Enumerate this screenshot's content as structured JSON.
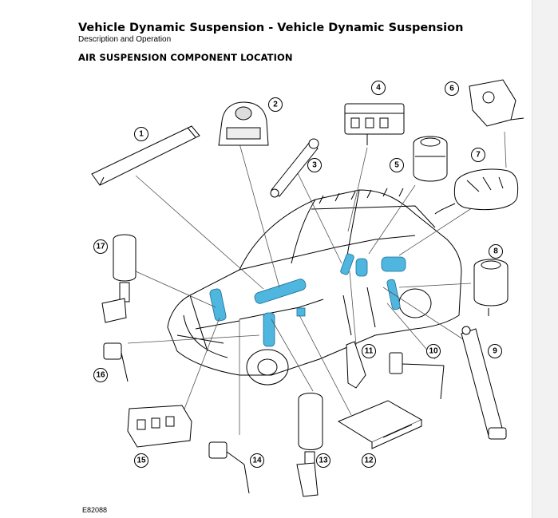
{
  "document": {
    "title": "Vehicle Dynamic Suspension - Vehicle Dynamic Suspension",
    "subtitle": "Description and Operation",
    "section_heading": "AIR SUSPENSION COMPONENT LOCATION",
    "figure_reference": "E82088"
  },
  "callouts": [
    "1",
    "2",
    "3",
    "4",
    "5",
    "6",
    "7",
    "8",
    "9",
    "10",
    "11",
    "12",
    "13",
    "14",
    "15",
    "16",
    "17"
  ],
  "colors": {
    "highlight": "#4fb6e0",
    "line": "#000000",
    "sidebar": "#f2f2f2"
  }
}
